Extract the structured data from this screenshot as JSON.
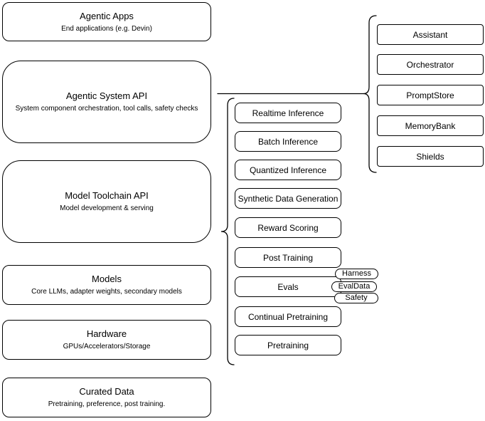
{
  "diagram": {
    "stack": [
      {
        "title": "Agentic Apps",
        "subtitle": "End applications (e.g. Devin)"
      },
      {
        "title": "Agentic System API",
        "subtitle": "System component orchestration, tool calls, safety checks"
      },
      {
        "title": "Model Toolchain API",
        "subtitle": "Model development & serving"
      },
      {
        "title": "Models",
        "subtitle": "Core LLMs, adapter weights, secondary models"
      },
      {
        "title": "Hardware",
        "subtitle": "GPUs/Accelerators/Storage"
      },
      {
        "title": "Curated Data",
        "subtitle": "Pretraining, preference, post training."
      }
    ],
    "toolchain": {
      "items": [
        {
          "label": "Realtime Inference"
        },
        {
          "label": "Batch Inference"
        },
        {
          "label": "Quantized Inference"
        },
        {
          "label": "Synthetic Data Generation"
        },
        {
          "label": "Reward Scoring"
        },
        {
          "label": "Post Training"
        },
        {
          "label": "Evals"
        },
        {
          "label": "Continual Pretraining"
        },
        {
          "label": "Pretraining"
        }
      ],
      "eval_tags": [
        {
          "label": "Harness"
        },
        {
          "label": "EvalData"
        },
        {
          "label": "Safety"
        }
      ]
    },
    "agentic_system": {
      "items": [
        {
          "label": "Assistant"
        },
        {
          "label": "Orchestrator"
        },
        {
          "label": "PromptStore"
        },
        {
          "label": "MemoryBank"
        },
        {
          "label": "Shields"
        }
      ]
    },
    "colors": {
      "stroke": "#000000",
      "fill": "#ffffff",
      "text": "#000000",
      "background": "#ffffff"
    }
  }
}
